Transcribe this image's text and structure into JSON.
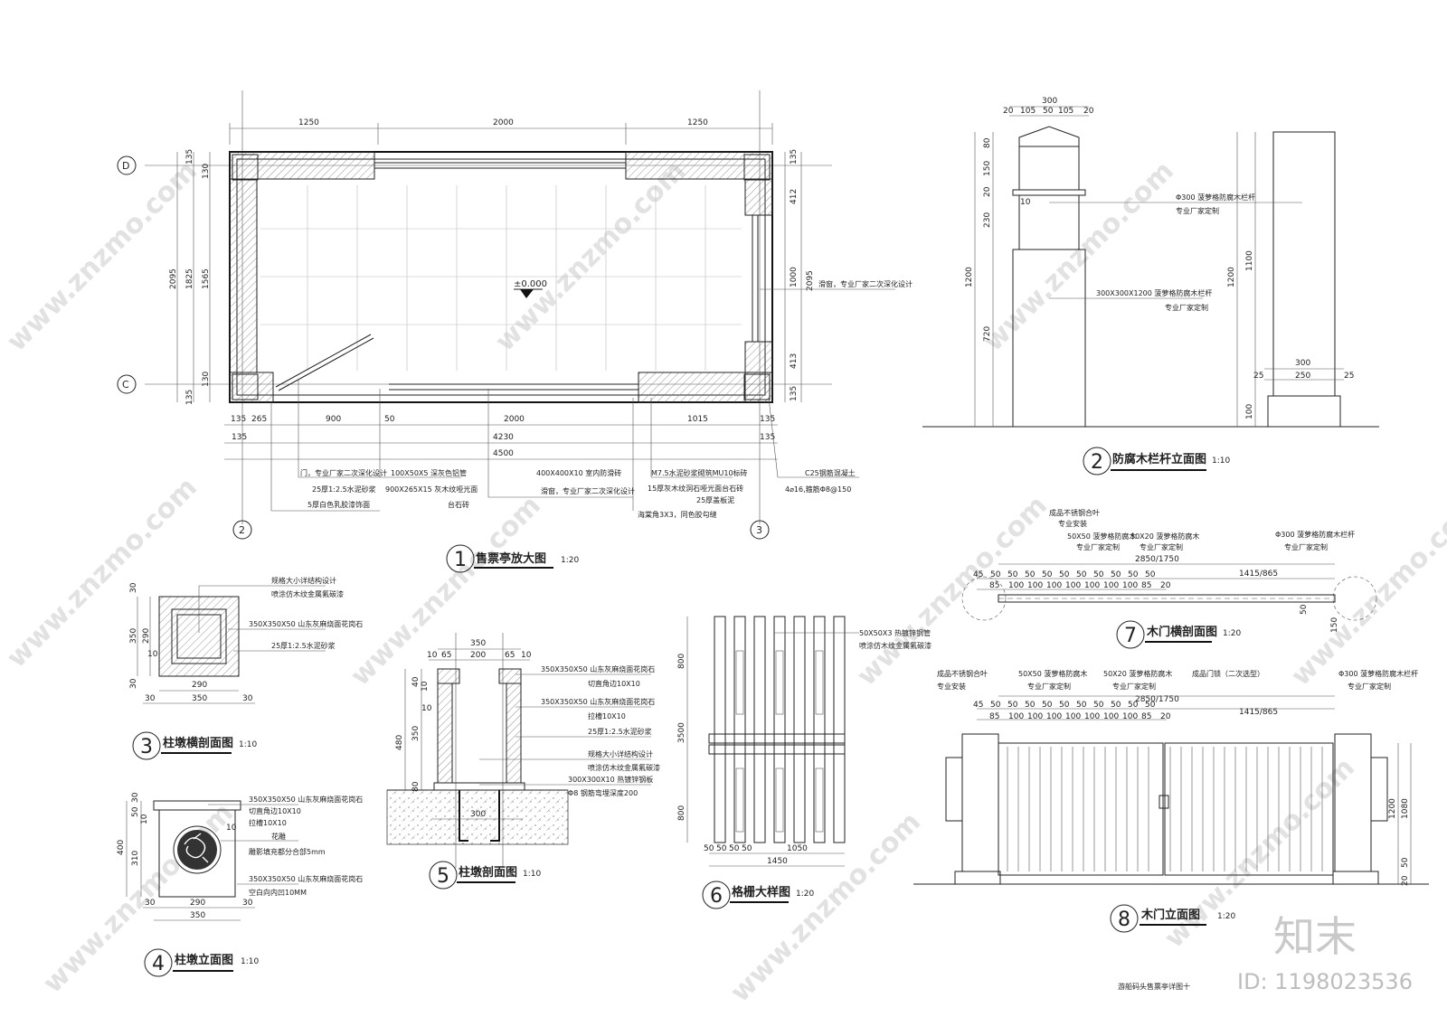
{
  "brand": {
    "logo_text": "知末",
    "id_text": "ID: 1198023536"
  },
  "watermark_text": "www.znzmo.com",
  "footer_text": "游船码头售票亭详图十",
  "views": {
    "v1": {
      "num": "1",
      "title": "售票亭放大图",
      "scale": "1:20"
    },
    "v2": {
      "num": "2",
      "title": "防腐木栏杆立面图",
      "scale": "1:10"
    },
    "v3": {
      "num": "3",
      "title": "柱墩横剖面图",
      "scale": "1:10"
    },
    "v4": {
      "num": "4",
      "title": "柱墩立面图",
      "scale": "1:10"
    },
    "v5": {
      "num": "5",
      "title": "柱墩剖面图",
      "scale": "1:10"
    },
    "v6": {
      "num": "6",
      "title": "格栅大样图",
      "scale": "1:20"
    },
    "v7": {
      "num": "7",
      "title": "木门横剖面图",
      "scale": "1:20"
    },
    "v8": {
      "num": "8",
      "title": "木门立面图",
      "scale": "1:20"
    }
  },
  "plan": {
    "axis_d": "D",
    "axis_c": "C",
    "axis_2": "2",
    "axis_3": "3",
    "elev": "±0.000",
    "top_dims": [
      "1250",
      "2000",
      "1250"
    ],
    "left_dims": [
      "2095",
      "1825",
      "1565",
      "135",
      "130",
      "130",
      "135"
    ],
    "right_dims": [
      "135",
      "412",
      "1000",
      "413",
      "135",
      "2095"
    ],
    "bottom_dims": [
      "135",
      "265",
      "900",
      "50",
      "2000",
      "1015",
      "135",
      "135",
      "4230",
      "135",
      "4500"
    ],
    "notes": {
      "window_right": "滑窗，专业厂家二次深化设计",
      "door": "门，专业厂家二次深化设计",
      "mortar": "25厚1:2.5水泥砂浆",
      "paint": "5厚白色乳胶漆饰面",
      "tube": "100X50X5 深灰色铝管",
      "stone": "900X265X15 灰木纹哑光面",
      "stone2": "台石砖",
      "tile": "400X400X10 室内防滑砖",
      "window_front": "滑窗，专业厂家二次深化设计",
      "brick": "M7.5水泥砂浆砌筑MU10标砖",
      "stone3": "15厚灰木纹洞石哑光面台石砖",
      "board": "25厚盖板泥",
      "seal": "海棠角3X3，同色胶勾缝",
      "concrete": "C25钢筋混凝土",
      "rebar": "4⌀16,箍筋Φ8@150"
    }
  },
  "v2d": {
    "top": [
      "300",
      "20",
      "105",
      "50",
      "105",
      "20"
    ],
    "left": [
      "80",
      "150",
      "20",
      "230",
      "720",
      "1200"
    ],
    "note1": "10",
    "post": "Φ300 菠萝格防腐木栏杆",
    "custom": "专业厂家定制",
    "block": "300X300X1200 菠萝格防腐木栏杆",
    "custom2": "专业厂家定制",
    "right": [
      "1200",
      "1100",
      "100"
    ],
    "base": [
      "300",
      "25",
      "250",
      "25"
    ]
  },
  "v3d": {
    "note1": "规格大小详结构设计",
    "note2": "喷涂仿木纹金属氟碳漆",
    "note3": "350X350X50 山东灰麻烧面花岗石",
    "note4": "25厚1:2.5水泥砂浆",
    "dims": [
      "30",
      "350",
      "290",
      "10",
      "30",
      "290",
      "350",
      "30",
      "30"
    ]
  },
  "v4d": {
    "note1": "350X350X50 山东灰麻烧面花岗石",
    "note2": "切直角边10X10",
    "note3": "拉槽10X10",
    "note4": "花雕",
    "note5": "雕影填充都分合部5mm",
    "note6": "350X350X50 山东灰麻烧面花岗石",
    "note7": "空白向内凹10MM",
    "dims": [
      "30",
      "50",
      "10",
      "10",
      "400",
      "310",
      "30",
      "290",
      "350",
      "30"
    ]
  },
  "v5d": {
    "top": [
      "350",
      "10",
      "65",
      "200",
      "65",
      "10"
    ],
    "notes": [
      "350X350X50 山东灰麻烧面花岗石",
      "切直角边10X10",
      "350X350X50 山东灰麻烧面花岗石",
      "拉槽10X10",
      "25厚1:2.5水泥砂浆",
      "规格大小详结构设计",
      "喷涂仿木纹金属氟碳漆",
      "300X300X10 热镀锌钢板",
      "Φ8 钢筋弯埋深度200"
    ],
    "left": [
      "40",
      "10",
      "10",
      "480",
      "350",
      "80"
    ],
    "bottom": "300"
  },
  "v6d": {
    "left": [
      "800",
      "3500",
      "800"
    ],
    "bottom": [
      "50",
      "50",
      "50",
      "50",
      "1050",
      "1450"
    ],
    "note1": "50X50X3 热镀锌钢管",
    "note2": "喷涂仿木纹金属氟碳漆"
  },
  "v7d": {
    "n1": "成品不锈钢合叶",
    "n1b": "专业安装",
    "n2": "50X50 菠萝格防腐木",
    "n2b": "专业厂家定制",
    "n3": "50X20 菠萝格防腐木",
    "n3b": "专业厂家定制",
    "n4": "Φ300 菠萝格防腐木栏杆",
    "n4b": "专业厂家定制",
    "total": "2850/1750",
    "right": "1415/865",
    "row": [
      "45",
      "50",
      "50",
      "50",
      "50",
      "50",
      "50",
      "50",
      "50",
      "50",
      "50"
    ],
    "row2": [
      "85",
      "100",
      "100",
      "100",
      "100",
      "100",
      "100",
      "100",
      "85",
      "20"
    ],
    "side": [
      "150",
      "50"
    ]
  },
  "v8d": {
    "n1": "成品不锈钢合叶",
    "n1b": "专业安装",
    "n2": "50X50 菠萝格防腐木",
    "n2b": "专业厂家定制",
    "n3": "50X20 菠萝格防腐木",
    "n3b": "专业厂家定制",
    "n4": "成品门锁（二次选型）",
    "n5": "Φ300 菠萝格防腐木栏杆",
    "n5b": "专业厂家定制",
    "total": "2850/1750",
    "right": "1415/865",
    "row": [
      "45",
      "50",
      "50",
      "50",
      "50",
      "50",
      "50",
      "50",
      "50",
      "50",
      "50"
    ],
    "row2": [
      "85",
      "100",
      "100",
      "100",
      "100",
      "100",
      "100",
      "100",
      "85",
      "20"
    ],
    "side": [
      "1200",
      "1080",
      "20",
      "50"
    ]
  }
}
